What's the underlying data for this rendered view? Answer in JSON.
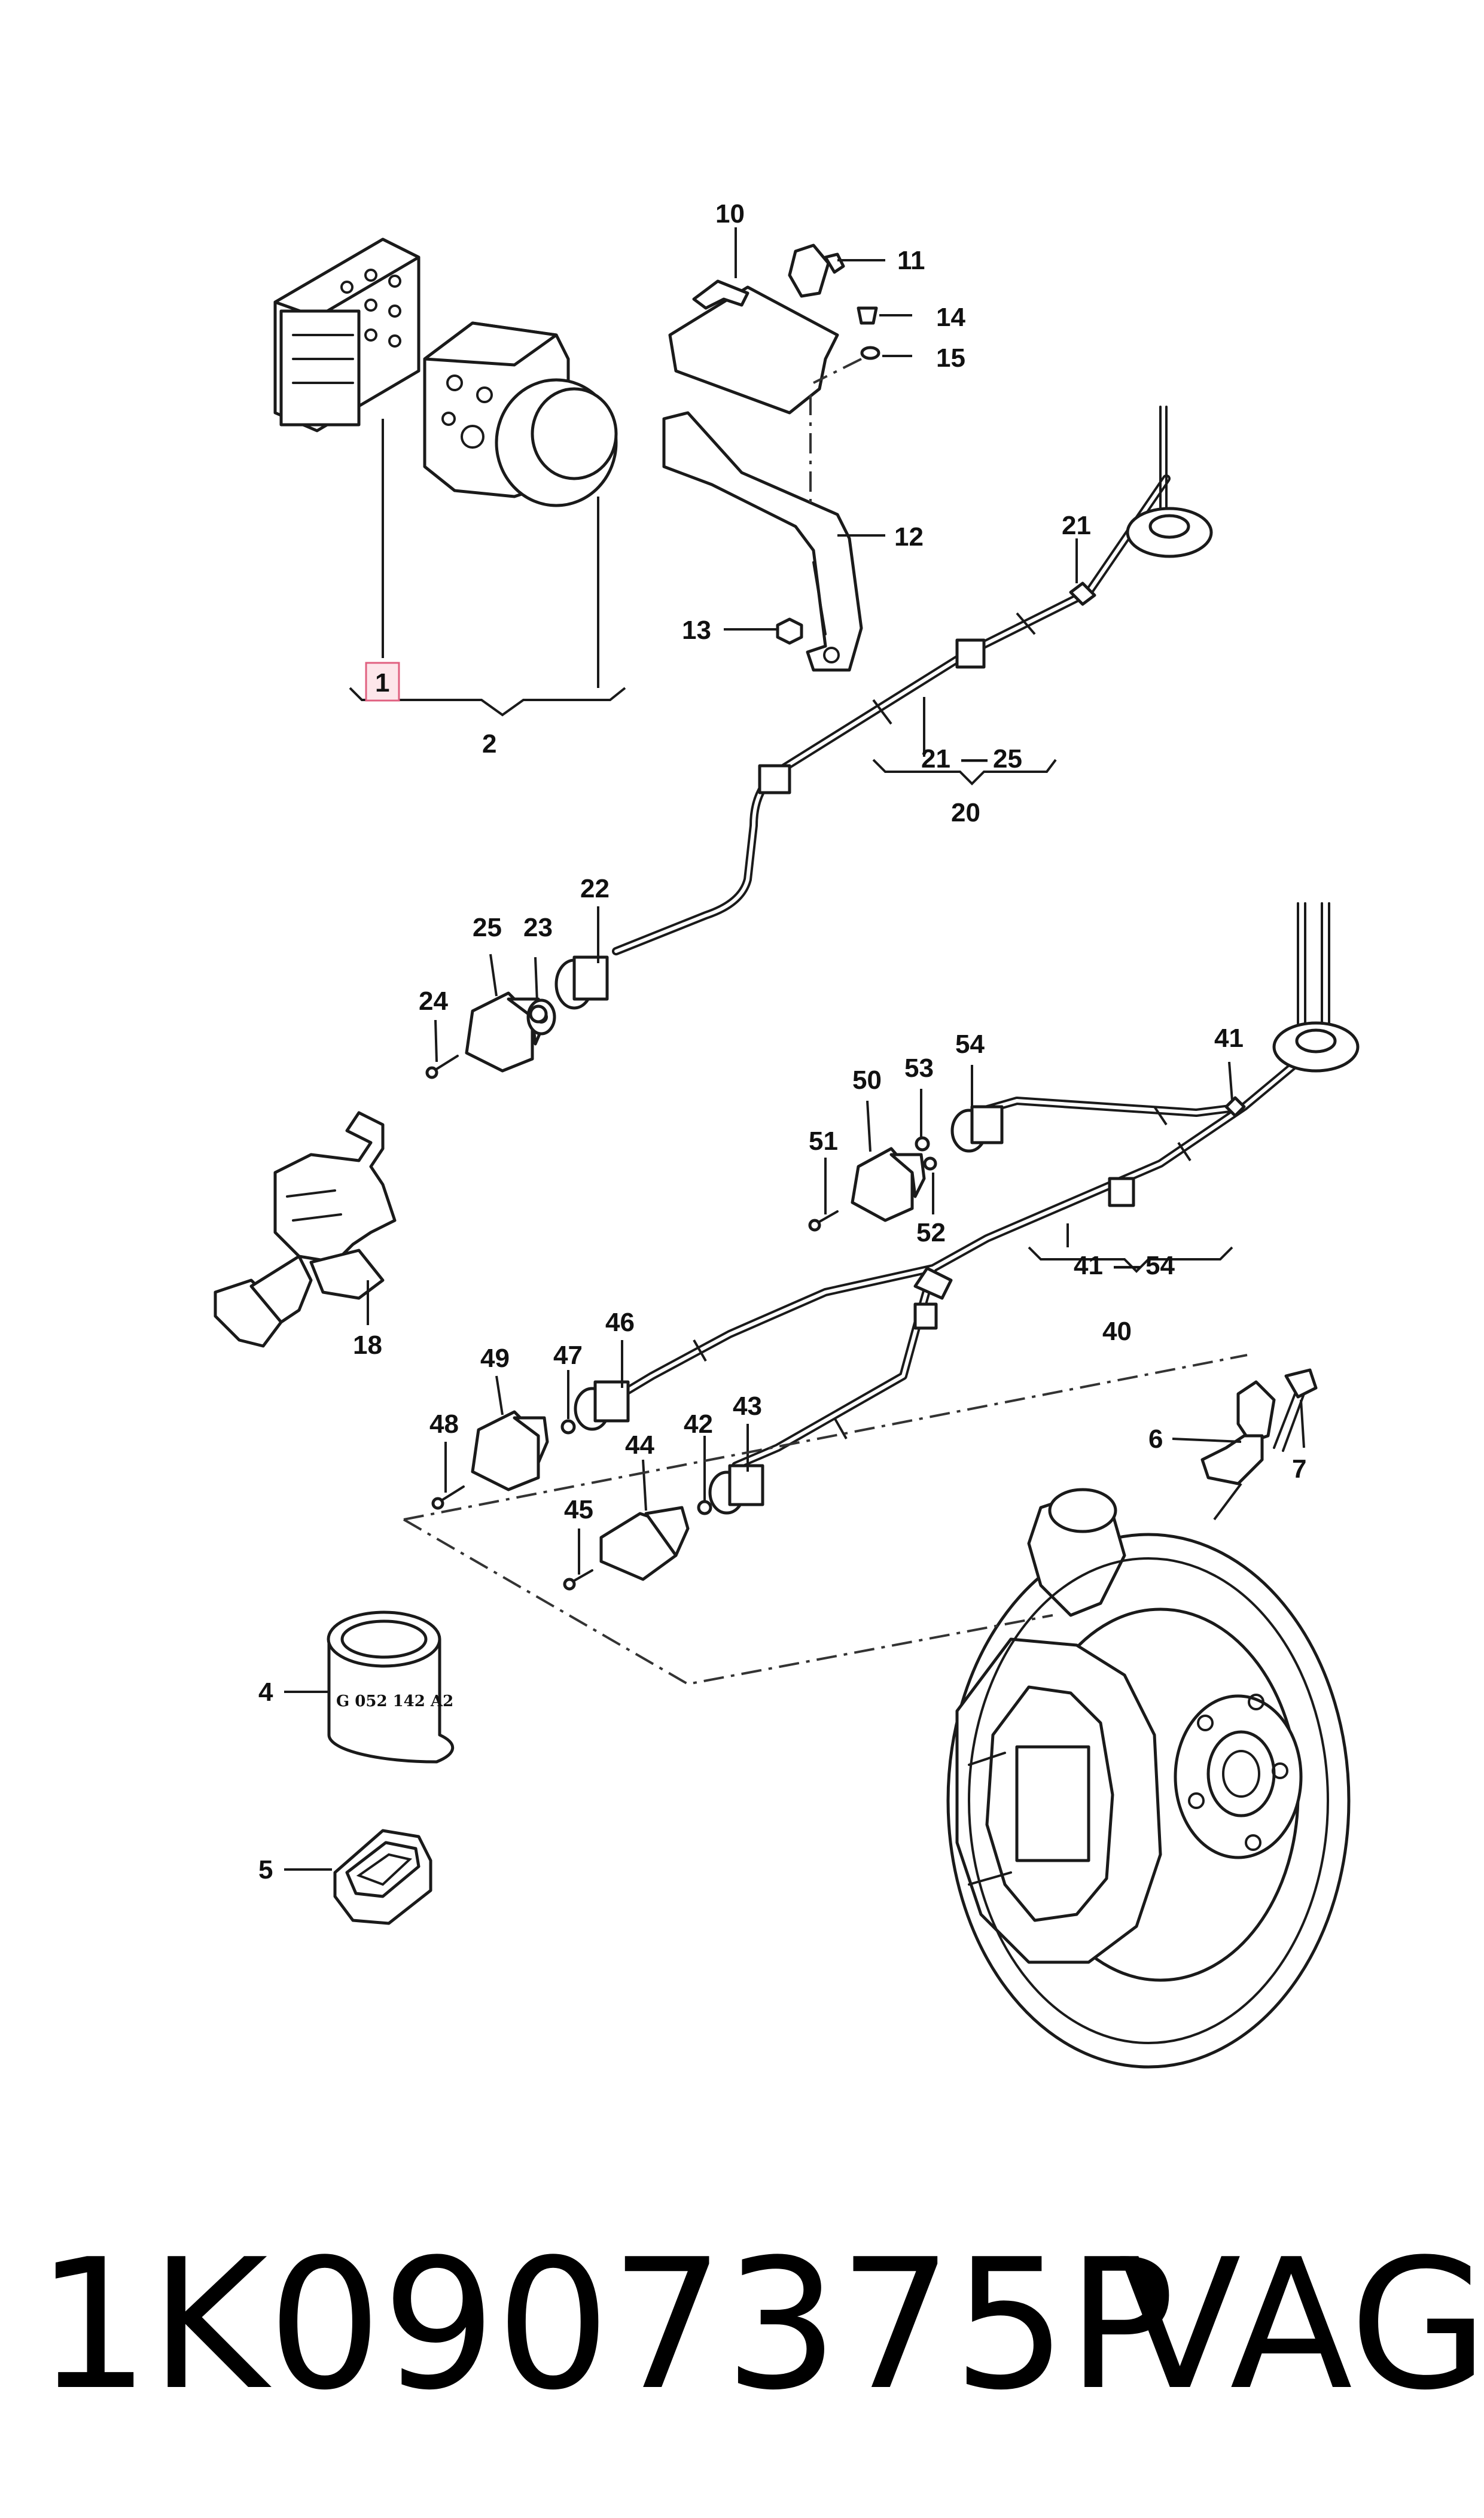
{
  "callouts": {
    "c1": "1",
    "c2": "2",
    "c4": "4",
    "c5": "5",
    "c6": "6",
    "c7": "7",
    "c10": "10",
    "c11": "11",
    "c12": "12",
    "c13": "13",
    "c14": "14",
    "c15": "15",
    "c18": "18",
    "c20": "20",
    "c21a": "21",
    "c21r": "21",
    "c25r": "25",
    "c22": "22",
    "c23": "23",
    "c24": "24",
    "c25": "25",
    "c40": "40",
    "c41a": "41",
    "c41r": "41",
    "c54r": "54",
    "c42": "42",
    "c43": "43",
    "c44": "44",
    "c45": "45",
    "c46": "46",
    "c47": "47",
    "c48": "48",
    "c49": "49",
    "c50": "50",
    "c51": "51",
    "c52": "52",
    "c53": "53",
    "c54": "54"
  },
  "highlighted_callout": "1",
  "highlight_color": "#e06080",
  "part_stamp": "G 052 142 A2",
  "range_separator": "—",
  "footer": {
    "part_number": "1K0907375P",
    "brand": "VAG"
  }
}
